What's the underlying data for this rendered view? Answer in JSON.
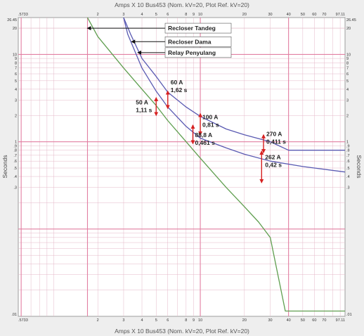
{
  "chart_data": {
    "type": "line",
    "title_top": "Amps  X  10   Bus453 (Nom. kV=20, Plot Ref. kV=20)",
    "title_bottom": "Amps  X  10   Bus453 (Nom. kV=20, Plot Ref. kV=20)",
    "ylabel_left": "Seconds",
    "ylabel_right": "Seconds",
    "xscale": "log",
    "yscale": "log",
    "xlim": [
      0.5733,
      97.11
    ],
    "ylim": [
      0.01,
      26.45
    ],
    "x_ticks": [
      {
        "value": 0.5733,
        "label": ".5733"
      },
      {
        "value": 2,
        "label": "2"
      },
      {
        "value": 3,
        "label": "3"
      },
      {
        "value": 4,
        "label": "4"
      },
      {
        "value": 5,
        "label": "5"
      },
      {
        "value": 6,
        "label": "6"
      },
      {
        "value": 8,
        "label": "8"
      },
      {
        "value": 9,
        "label": "9"
      },
      {
        "value": 10,
        "label": "10"
      },
      {
        "value": 20,
        "label": "20"
      },
      {
        "value": 30,
        "label": "30"
      },
      {
        "value": 40,
        "label": "40"
      },
      {
        "value": 50,
        "label": "50"
      },
      {
        "value": 60,
        "label": "60"
      },
      {
        "value": 70,
        "label": "70"
      },
      {
        "value": 97.11,
        "label": "97.11"
      }
    ],
    "y_ticks": [
      {
        "value": 26.45,
        "label": "26.45"
      },
      {
        "value": 20,
        "label": "20"
      },
      {
        "value": 10,
        "label": "10"
      },
      {
        "value": 9,
        "label": "9"
      },
      {
        "value": 8,
        "label": "8"
      },
      {
        "value": 7,
        "label": "7"
      },
      {
        "value": 6,
        "label": "6"
      },
      {
        "value": 5,
        "label": "5"
      },
      {
        "value": 4,
        "label": "4"
      },
      {
        "value": 3,
        "label": "3"
      },
      {
        "value": 2,
        "label": "2"
      },
      {
        "value": 1,
        "label": "1"
      },
      {
        "value": 0.9,
        "label": ".9"
      },
      {
        "value": 0.8,
        "label": ".8"
      },
      {
        "value": 0.7,
        "label": ".7"
      },
      {
        "value": 0.6,
        "label": ".6"
      },
      {
        "value": 0.5,
        "label": ".5"
      },
      {
        "value": 0.4,
        "label": ".4"
      },
      {
        "value": 0.3,
        "label": ".3"
      },
      {
        "value": 0.01,
        "label": ".01"
      }
    ],
    "major_grid_x": [
      0.6,
      1.7,
      10,
      40
    ],
    "major_grid_y": [
      10,
      1,
      0.1
    ],
    "series": [
      {
        "name": "Recloser Tandeg",
        "color": "#5f9e4f",
        "points": [
          [
            1.7,
            26.45
          ],
          [
            2,
            16
          ],
          [
            3,
            7
          ],
          [
            4,
            4
          ],
          [
            5,
            2.6
          ],
          [
            6,
            1.75
          ],
          [
            8,
            1.0
          ],
          [
            10,
            0.65
          ],
          [
            15,
            0.3
          ],
          [
            20,
            0.18
          ],
          [
            25,
            0.12
          ],
          [
            30,
            0.08
          ],
          [
            38,
            0.0115
          ],
          [
            97.11,
            0.0115
          ]
        ]
      },
      {
        "name": "Recloser Dama",
        "color": "#5a5ab2",
        "points": [
          [
            3,
            26.45
          ],
          [
            3.2,
            17
          ],
          [
            4,
            7
          ],
          [
            5,
            3.8
          ],
          [
            6,
            2.5
          ],
          [
            8,
            1.5
          ],
          [
            10,
            1.1
          ],
          [
            15,
            0.85
          ],
          [
            20,
            0.72
          ],
          [
            30,
            0.6
          ],
          [
            50,
            0.52
          ],
          [
            97.11,
            0.45
          ]
        ]
      },
      {
        "name": "Relay Penyulang",
        "color": "#5a5ab2",
        "points": [
          [
            3,
            26.45
          ],
          [
            3.35,
            17
          ],
          [
            4,
            9
          ],
          [
            5,
            5.6
          ],
          [
            6,
            3.7
          ],
          [
            8,
            2.5
          ],
          [
            10,
            1.95
          ],
          [
            15,
            1.4
          ],
          [
            20,
            1.2
          ],
          [
            30,
            1.0
          ],
          [
            40,
            0.8
          ],
          [
            60,
            0.8
          ],
          [
            97.11,
            0.8
          ]
        ]
      }
    ],
    "annotations": [
      {
        "label1": "50 A",
        "label2": "1,11 s",
        "x": 5,
        "y_from": 2.0,
        "y_to": 3.2
      },
      {
        "label1": "60 A",
        "label2": "1,62 s",
        "x": 6,
        "y_from": 2.4,
        "y_to": 3.8
      },
      {
        "label1": "100 A",
        "label2": "0,81 s",
        "x": 10,
        "y_from": 1.2,
        "y_to": 2.1
      },
      {
        "label1": "88,8 A",
        "label2": "0,461 s",
        "x": 8.9,
        "y_from": 0.95,
        "y_to": 1.55
      },
      {
        "label1": "270 A",
        "label2": "0,411 s",
        "x": 27,
        "y_from": 0.75,
        "y_to": 1.2
      },
      {
        "label1": "262 A",
        "label2": "0,42 s",
        "x": 26.2,
        "y_from": 0.34,
        "y_to": 0.78
      }
    ],
    "legend": [
      {
        "text": "Recloser Tandeg",
        "arrow_to_x": 1.7,
        "arrow_y": 20
      },
      {
        "text": "Recloser Dama",
        "arrow_to_x": 3.4,
        "arrow_y": 14
      },
      {
        "text": "Relay Penyulang",
        "arrow_to_x": 3.75,
        "arrow_y": 10.5
      }
    ]
  }
}
